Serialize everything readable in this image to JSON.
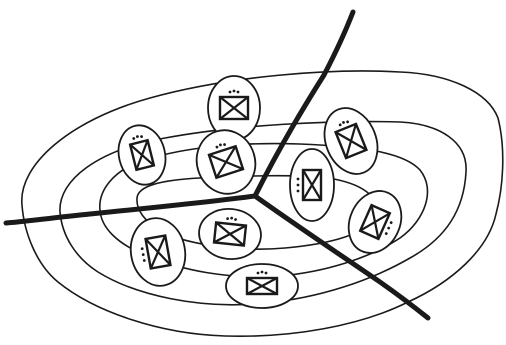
{
  "diagram": {
    "kind": "hand-drawn sketch",
    "text_labels": [],
    "ink_color": "#1a1a1a",
    "background_color": "#ffffff",
    "components": {
      "concentric_contour_loops": 4,
      "radial_dividing_lines": 3,
      "enclosed_boxed_x_symbols": 9
    },
    "symbol_shape": "rectangle-with-x",
    "symbol_container": "ellipse"
  }
}
